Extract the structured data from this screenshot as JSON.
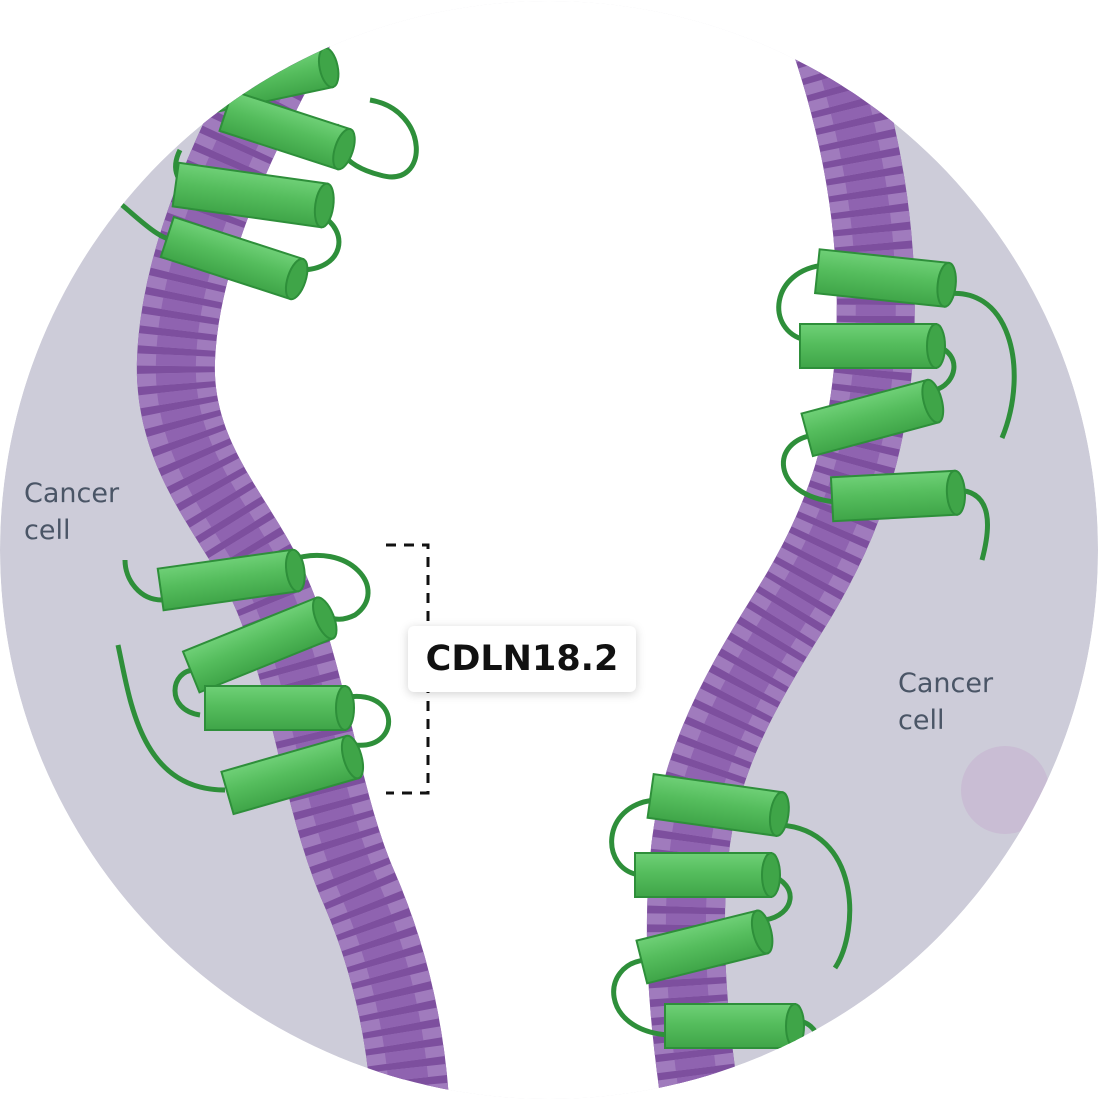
{
  "colors": {
    "cell_bg": "#cdccd9",
    "membrane": "#8a5aa8",
    "membrane_dark": "#6e4790",
    "protein": "#4fb858",
    "protein_dark": "#2e8f3a",
    "loop": "#2e8f3a"
  },
  "labels": {
    "cell_left": "Cancer\ncell",
    "cell_right": "Cancer\ncell",
    "protein_tag": "CDLN18.2"
  }
}
